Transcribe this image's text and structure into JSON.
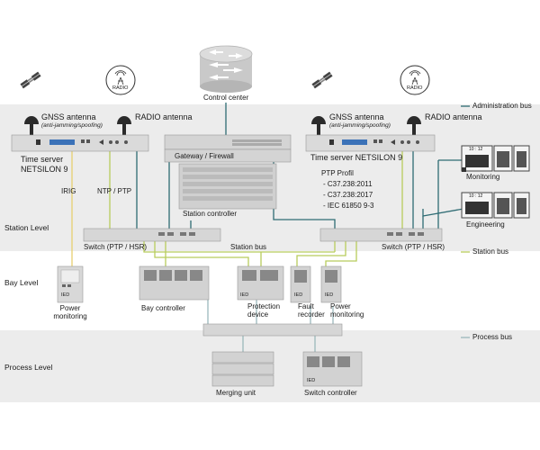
{
  "levels": {
    "station": "Station Level",
    "bay": "Bay Level",
    "process": "Process Level"
  },
  "legend": {
    "admin": "Administration bus",
    "station": "Station bus",
    "process": "Process bus"
  },
  "colors": {
    "admin": "#2e6b73",
    "station": "#b8cc5c",
    "process": "#9bb8bc",
    "yellow": "#e8d070",
    "device": "#d4d4d4",
    "band": "#ececec"
  },
  "control_center": "Control center",
  "left": {
    "gnss": "GNSS antenna",
    "gnss_sub": "(anti-jamming/spoofing)",
    "radio": "RADIO antenna",
    "radio_icon": "RADIO",
    "ts_line1": "Time server",
    "ts_line2": "NETSILON 9",
    "irig": "IRIG",
    "ntp": "NTP / PTP"
  },
  "right": {
    "gnss": "GNSS antenna",
    "gnss_sub": "(anti-jamming/spoofing)",
    "radio": "RADIO antenna",
    "radio_icon": "RADIO",
    "ts": "Time server NETSILON 9"
  },
  "gateway": "Gateway / Firewall",
  "station_controller": "Station controller",
  "ptp": {
    "title": "PTP Profil",
    "items": [
      "- C37.238:2011",
      "- C37.238:2017",
      "- IEC 61850 9-3"
    ]
  },
  "monitoring": "Monitoring",
  "engineering": "Engineering",
  "clock": "10 : 12",
  "switch_left": "Switch (PTP / HSR)",
  "switch_right": "Switch (PTP / HSR)",
  "station_bus_label": "Station bus",
  "power_mon_left": [
    "Power",
    "monitoring"
  ],
  "bay_controller": "Bay controller",
  "protection": [
    "Protection",
    "device"
  ],
  "fault": [
    "Fault",
    "recorder"
  ],
  "power_mon_right": [
    "Power",
    "monitoring"
  ],
  "ied": "IED",
  "merging_unit": "Merging unit",
  "switch_controller": "Switch controller"
}
